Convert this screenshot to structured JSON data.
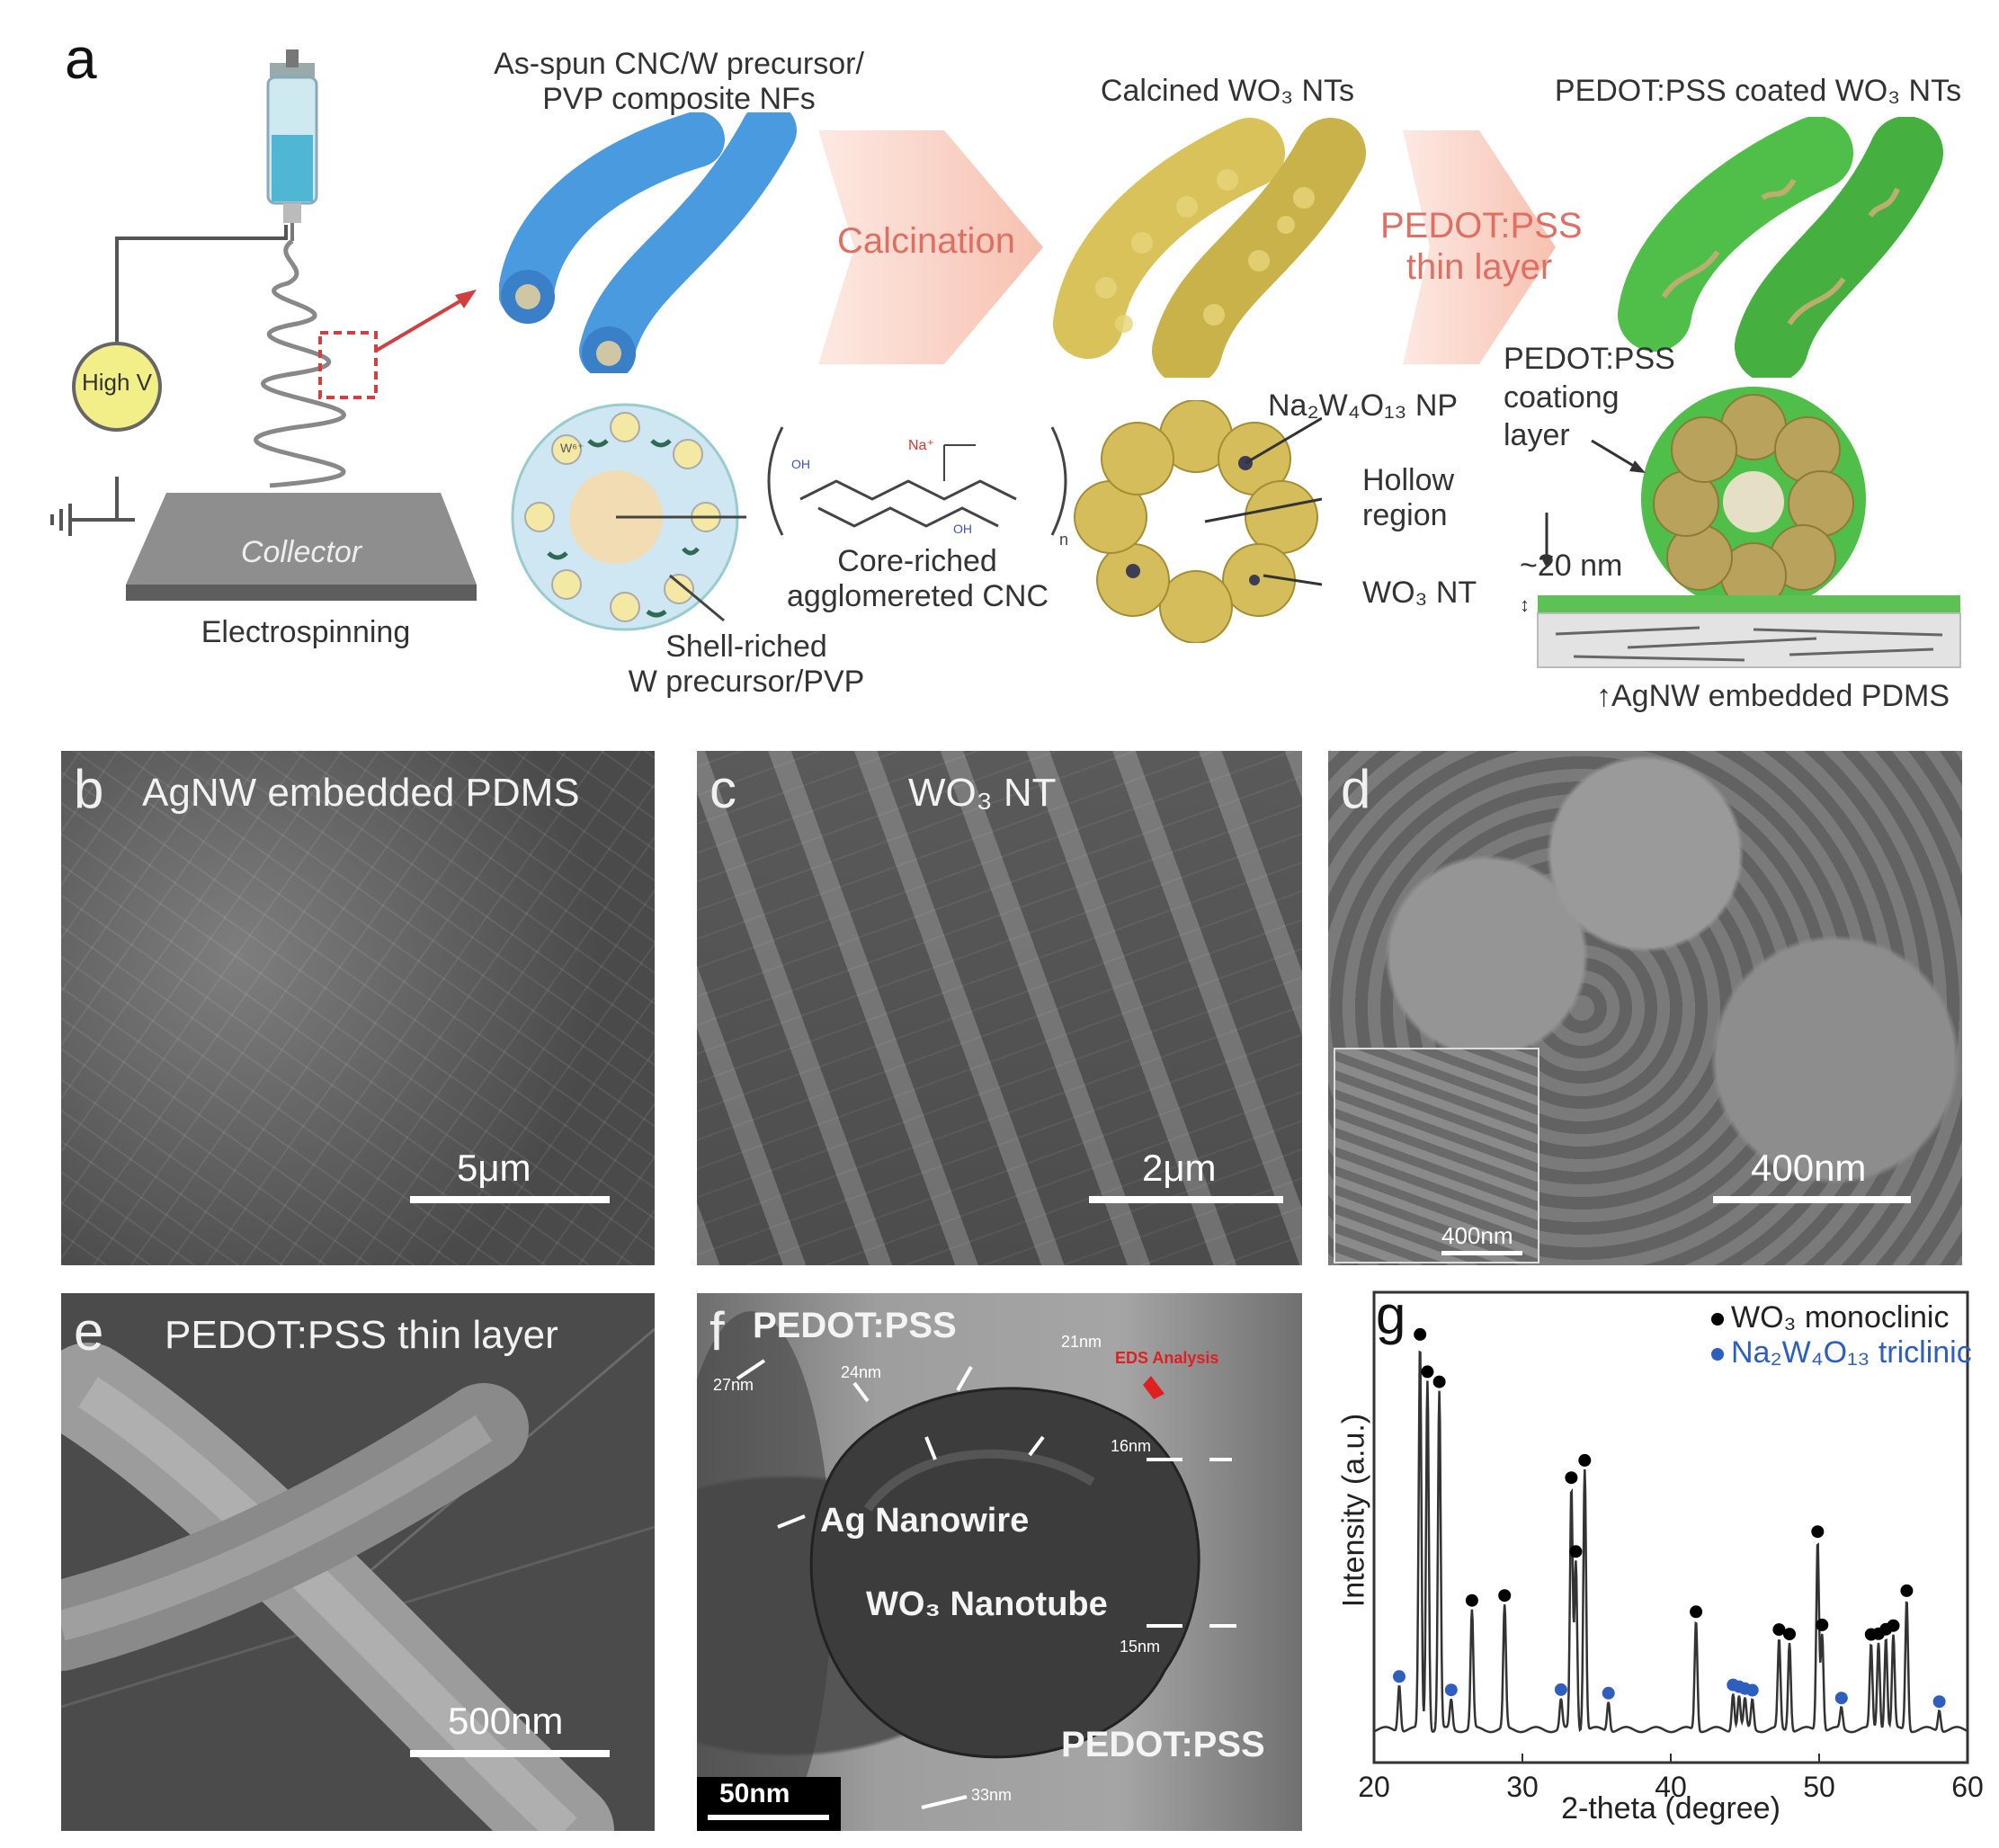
{
  "panel_a": {
    "letter": "a",
    "as_spun": [
      "As-spun CNC/W precursor/",
      "PVP composite NFs"
    ],
    "calcined": "Calcined WO₃ NTs",
    "coated": "PEDOT:PSS coated WO₃ NTs",
    "calcination": "Calcination",
    "pedot_thin": [
      "PEDOT:PSS",
      "thin layer"
    ],
    "high_v": "High V",
    "collector": "Collector",
    "electrospinning": "Electrospinning",
    "core_riched": [
      "Core-riched",
      "agglomereted CNC"
    ],
    "shell_riched": [
      "Shell-riched",
      "W precursor/PVP"
    ],
    "na_np": "Na₂W₄O₁₃ NP",
    "hollow": [
      "Hollow",
      "region"
    ],
    "wo3_nt": "WO₃ NT",
    "coating_layer": [
      "PEDOT:PSS",
      "coationg",
      "layer"
    ],
    "thickness": "~20 nm",
    "agnw_pdms": "AgNW embedded PDMS",
    "w_ion": "W⁶⁺",
    "oh": "OH",
    "na_plus": "Na⁺",
    "n_sub": "n"
  },
  "panel_b": {
    "letter": "b",
    "title": "AgNW embedded PDMS",
    "scale": "5μm"
  },
  "panel_c": {
    "letter": "c",
    "title": "WO₃ NT",
    "scale": "2μm"
  },
  "panel_d": {
    "letter": "d",
    "scale": "400nm",
    "inset_scale": "400nm"
  },
  "panel_e": {
    "letter": "e",
    "title": "PEDOT:PSS thin layer",
    "scale": "500nm"
  },
  "panel_f": {
    "letter": "f",
    "pedot_top": "PEDOT:PSS",
    "pedot_bottom": "PEDOT:PSS",
    "ag": "Ag Nanowire",
    "wo3": "WO₃ Nanotube",
    "eds": "EDS Analysis",
    "scale": "50nm",
    "m27": "27nm",
    "m24": "24nm",
    "m21": "21nm",
    "m16": "16nm",
    "m15": "15nm",
    "m33": "33nm"
  },
  "chart_data": {
    "type": "line",
    "letter": "g",
    "xlabel": "2-theta (degree)",
    "ylabel": "Intensity (a.u.)",
    "xlim": [
      20,
      60
    ],
    "ylim": [
      0,
      100
    ],
    "xticks": [
      "20",
      "30",
      "40",
      "50",
      "60"
    ],
    "legend_position": "top-right",
    "grid": false,
    "series": [
      {
        "name": "WO₃ monoclinic",
        "color": "#000000",
        "peaks": [
          [
            23.1,
            91
          ],
          [
            23.6,
            83
          ],
          [
            24.4,
            80
          ],
          [
            26.6,
            28
          ],
          [
            28.8,
            29
          ],
          [
            33.3,
            57
          ],
          [
            33.6,
            40
          ],
          [
            34.2,
            62
          ],
          [
            41.7,
            26
          ],
          [
            47.3,
            21
          ],
          [
            48.0,
            21
          ],
          [
            49.9,
            45
          ],
          [
            50.2,
            23
          ],
          [
            53.5,
            20
          ],
          [
            54.0,
            21
          ],
          [
            54.5,
            22
          ],
          [
            55.0,
            22
          ],
          [
            55.9,
            31
          ]
        ]
      },
      {
        "name": "Na₂W₄O₁₃ triclinic",
        "color": "#2e5fbf",
        "peaks": [
          [
            21.7,
            11
          ],
          [
            25.2,
            7
          ],
          [
            32.6,
            7
          ],
          [
            35.8,
            7
          ],
          [
            44.2,
            9
          ],
          [
            44.6,
            8
          ],
          [
            45.0,
            7
          ],
          [
            45.5,
            7
          ],
          [
            51.5,
            5
          ],
          [
            58.1,
            5
          ]
        ]
      }
    ]
  }
}
